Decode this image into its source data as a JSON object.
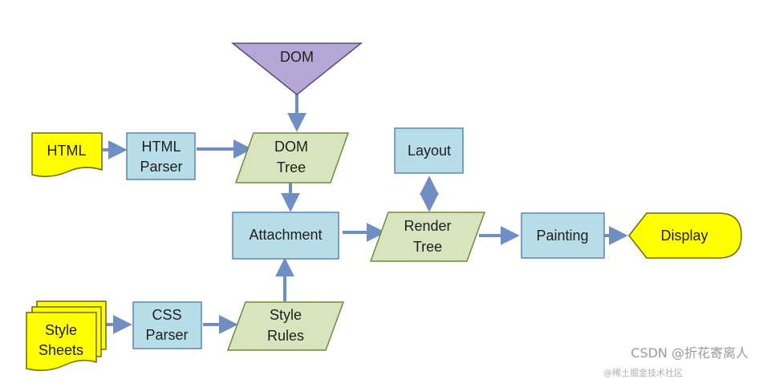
{
  "nodes": {
    "dom": "DOM",
    "html": "HTML",
    "html_parser": [
      "HTML",
      "Parser"
    ],
    "dom_tree": [
      "DOM",
      "Tree"
    ],
    "layout": "Layout",
    "attachment": "Attachment",
    "render_tree": [
      "Render",
      "Tree"
    ],
    "painting": "Painting",
    "display": "Display",
    "style_sheets": [
      "Style",
      "Sheets"
    ],
    "css_parser": [
      "CSS",
      "Parser"
    ],
    "style_rules": [
      "Style",
      "Rules"
    ]
  },
  "watermark": {
    "main": "CSDN @折花寄离人",
    "sub": "@稀土掘金技术社区"
  },
  "colors": {
    "box_fill": "#b7dde8",
    "box_stroke": "#5b86b2",
    "para_fill": "#d7e4bd",
    "para_stroke": "#6d8d3c",
    "yellow_fill": "#ffff00",
    "yellow_stroke": "#6b6b00",
    "dom_fill": "#b4a7d6",
    "dom_stroke": "#5a4a7a",
    "arrow": "#6f8fc4"
  }
}
